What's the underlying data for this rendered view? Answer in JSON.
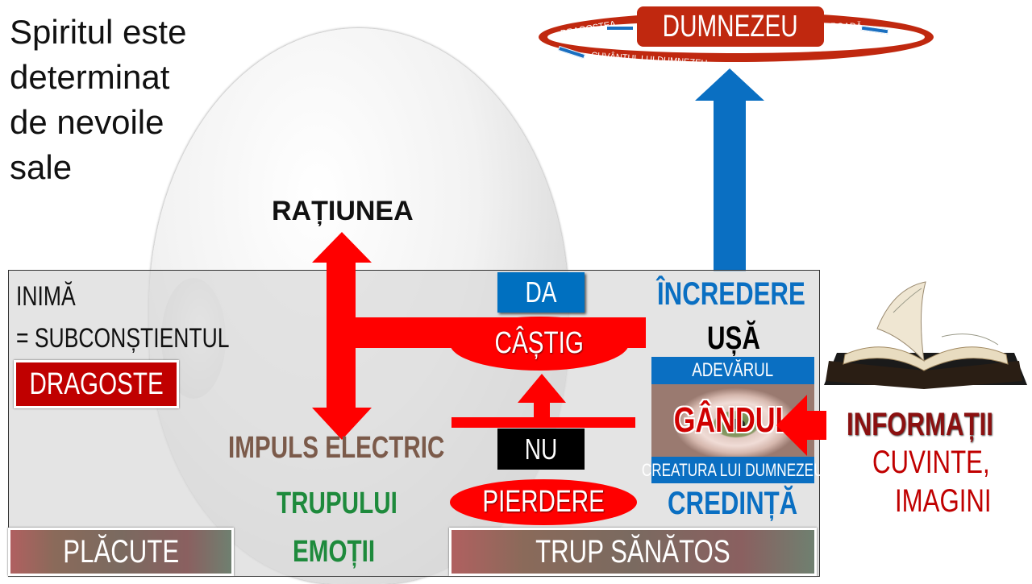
{
  "intro_text": [
    "Spiritul este",
    "determinat",
    "de nevoile",
    "sale"
  ],
  "top": {
    "god": "DUMNEZEU",
    "love": "DRAGOSTEA",
    "fruit": "ROADĂ",
    "word": "CUVÂNTUL LUI DUMNEZEU"
  },
  "reason": "RAȚIUNEA",
  "heart": {
    "line1": "INIMĂ",
    "line2": "= SUBCONȘTIENTUL",
    "love_box": "DRAGOSTE"
  },
  "decision": {
    "yes": "DA",
    "gain": "CÂȘTIG",
    "no": "NU",
    "loss": "PIERDERE"
  },
  "impulse": "IMPULS ELECTRIC",
  "body": "TRUPULUI",
  "emotions": "EMOȚII",
  "pleasant": "PLĂCUTE",
  "healthy_body": "TRUP SĂNĂTOS",
  "trust": "ÎNCREDERE",
  "door": "UȘĂ",
  "eye": {
    "top": "ADEVĂRUL",
    "center": "GÂNDUL",
    "bottom": "CREATURA LUI DUMNEZEU"
  },
  "faith": "CREDINȚĂ",
  "info": {
    "title": "INFORMAȚII",
    "line2": "CUVINTE,",
    "line3": "IMAGINI"
  },
  "colors": {
    "red": "#ff0000",
    "dark_red": "#c00000",
    "blue": "#0070c0",
    "green": "#1e8a3c",
    "brown": "#7b5a4a"
  }
}
